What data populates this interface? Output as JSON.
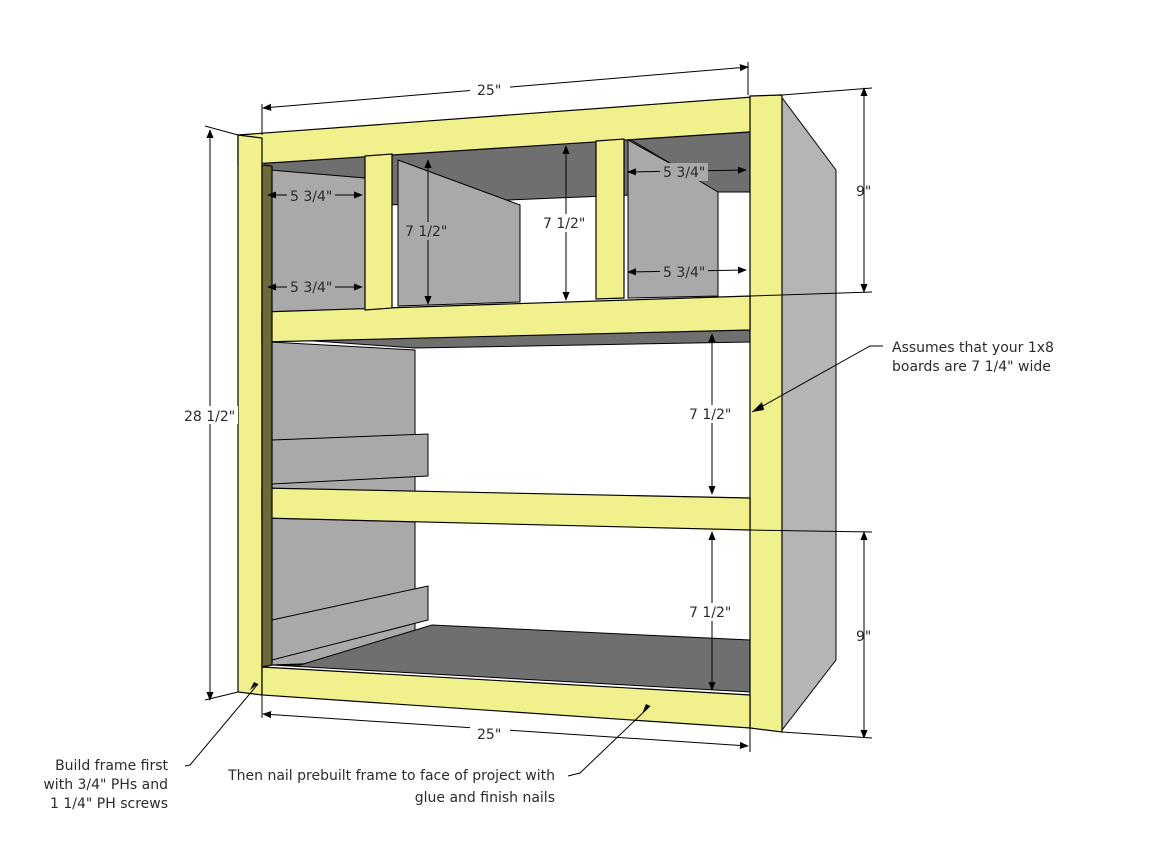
{
  "colors": {
    "face_frame": "#F0F08C",
    "frame_edge": "#2A2A10",
    "side_panel": "#B5B5B5",
    "inner_panel": "#A9A9A9",
    "shelf_top": "#6F6F6F",
    "dark_edge": "#6B6B3A",
    "line": "#000000"
  },
  "dimensions": {
    "top_width": "25\"",
    "bottom_width": "25\"",
    "overall_height": "28 1/2\"",
    "right_top_height": "9\"",
    "right_bottom_height": "9\"",
    "left_top_opening_width": "5 3/4\"",
    "left_lower_opening_width": "5 3/4\"",
    "right_top_opening_width": "5 3/4\"",
    "right_lower_opening_width": "5 3/4\"",
    "left_center_height": "7 1/2\"",
    "right_center_height": "7 1/2\"",
    "middle_opening_height": "7 1/2\"",
    "bottom_opening_height": "7 1/2\""
  },
  "notes": {
    "assumes_line1": "Assumes that your 1x8",
    "assumes_line2": "boards are 7 1/4\" wide",
    "build_line1": "Build frame first",
    "build_line2": "with 3/4\" PHs and",
    "build_line3": "1 1/4\" PH screws",
    "nail_line1": "Then nail prebuilt frame to face of project with",
    "nail_line2": "glue and finish nails"
  }
}
